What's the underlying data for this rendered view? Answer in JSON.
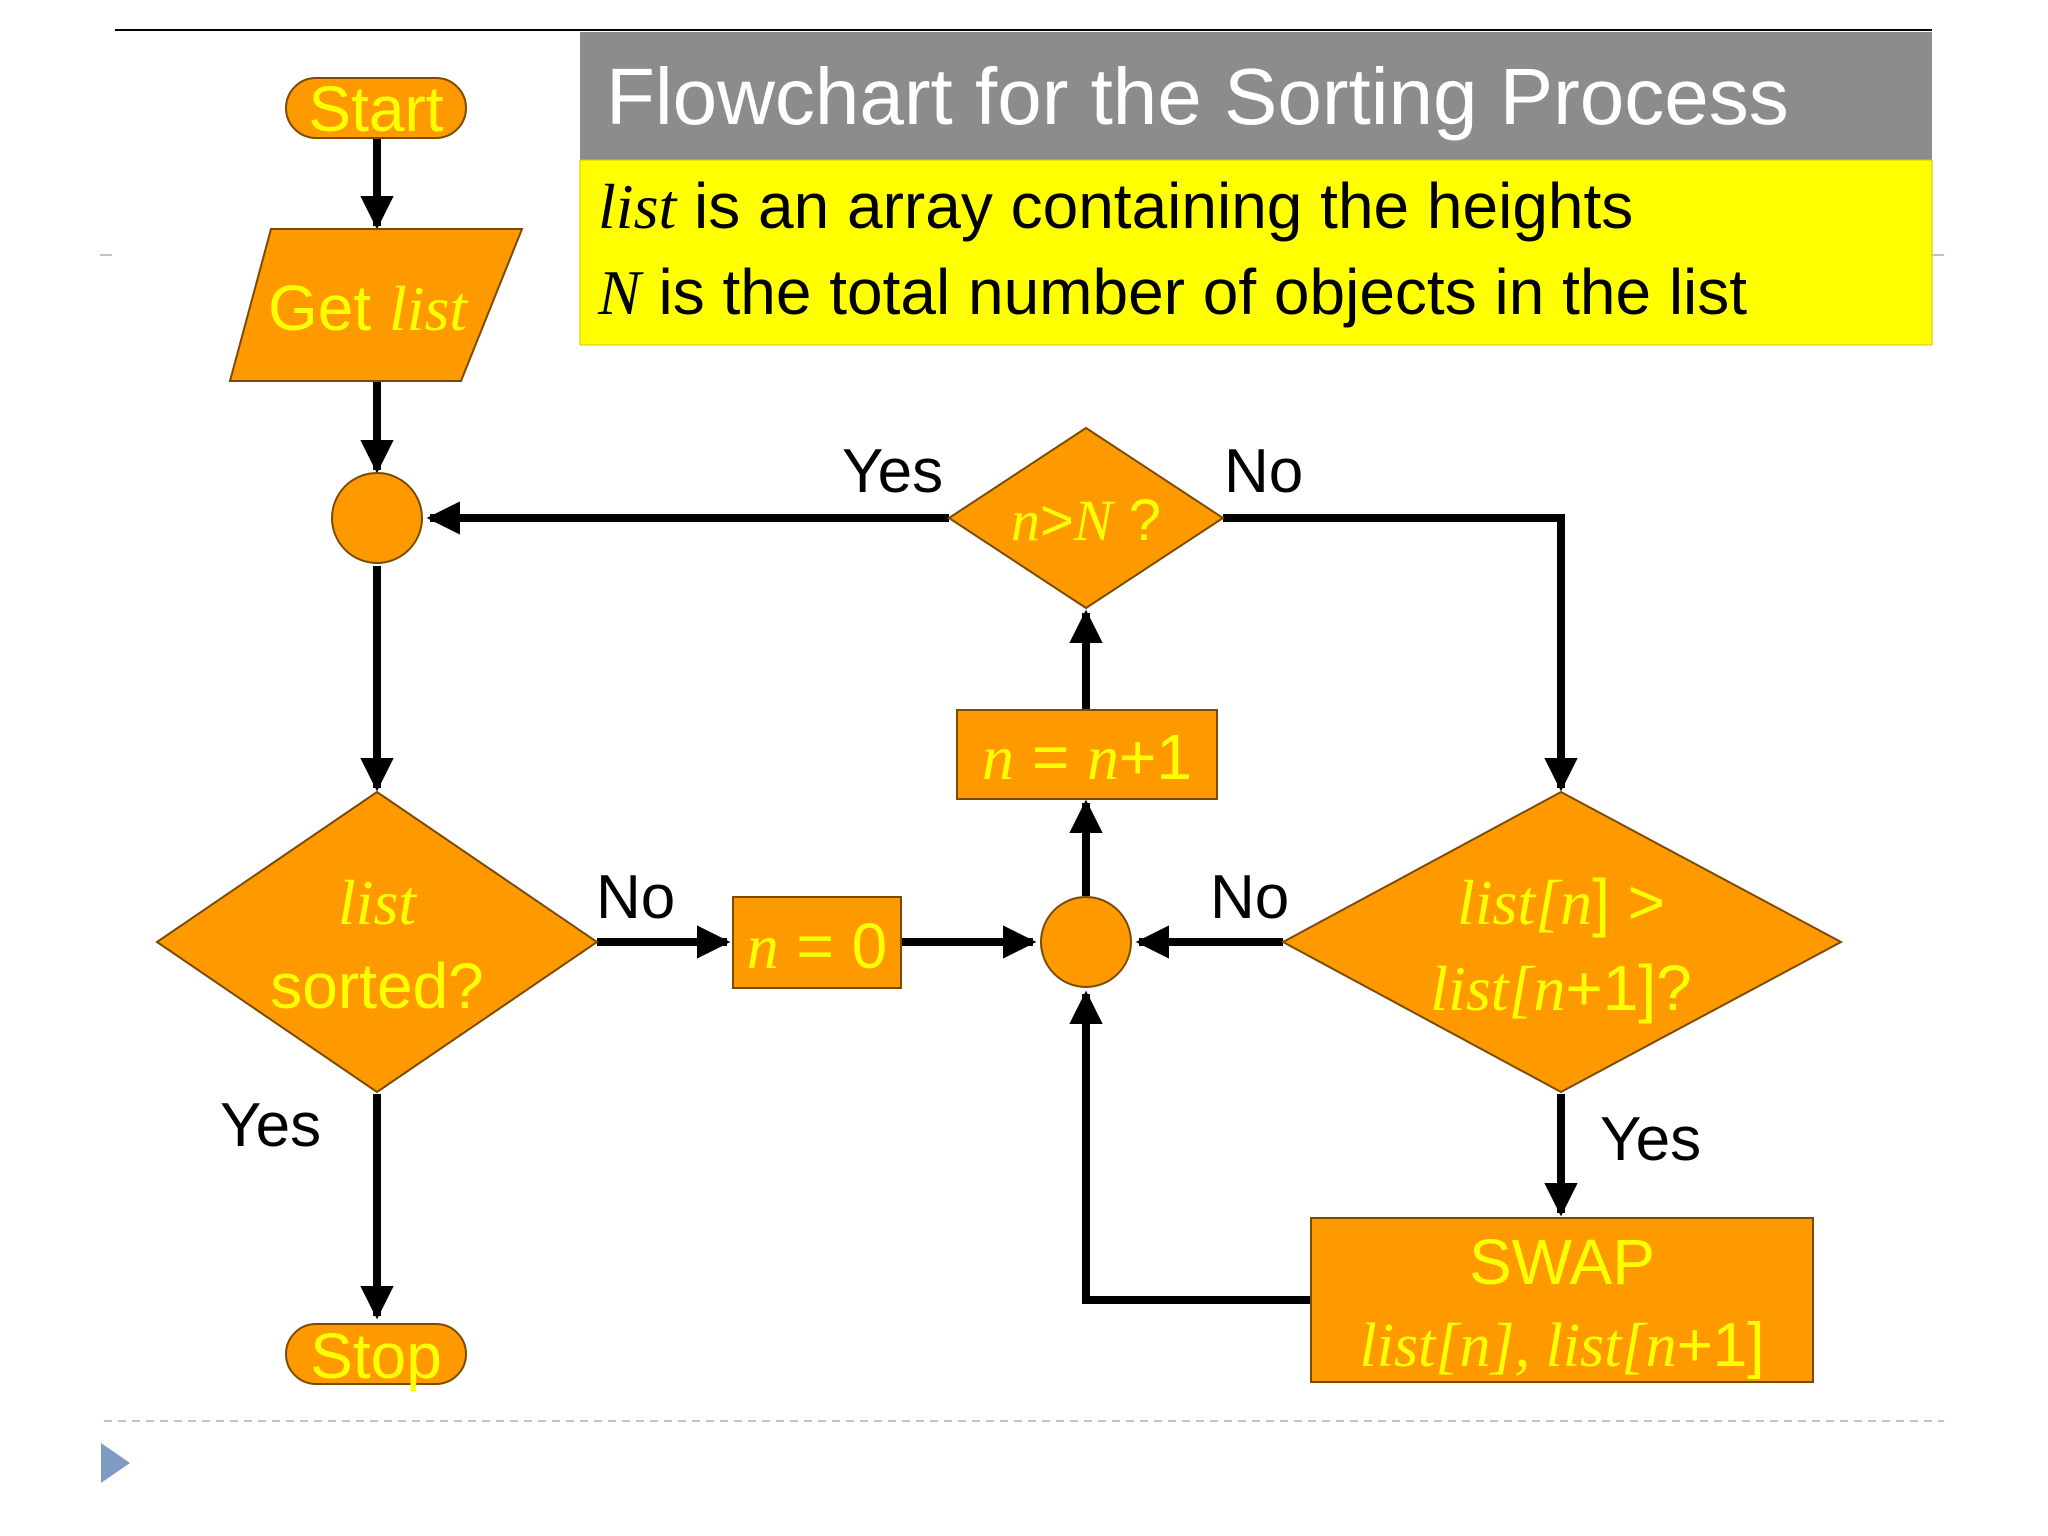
{
  "colors": {
    "shape_fill": "#ff9900",
    "shape_stroke": "#7a4a00",
    "node_text": "#ffff00",
    "title_bar": "#8c8c8c",
    "title_text": "#ffffff",
    "info_box": "#ffff00",
    "connector": "#000000",
    "divider": "#b7c4d6",
    "bullet": "#7f9bc4"
  },
  "title": "Flowchart for the Sorting Process",
  "info": {
    "line1_var": "list",
    "line1_text": " is an array containing the heights",
    "line2_var": "N",
    "line2_text": " is the total number of objects in the list"
  },
  "nodes": {
    "start": "Start",
    "get_list_prefix": "Get ",
    "get_list_var": "list",
    "list_sorted_line1": "list",
    "list_sorted_line2": "sorted?",
    "n_zero_var": "n",
    "n_zero_rest": " = 0",
    "n_inc_var1": "n",
    "n_inc_mid": " = ",
    "n_inc_var2": "n",
    "n_inc_rest": "+1",
    "n_gt_N_var1": "n",
    "n_gt_N_mid": ">",
    "n_gt_N_var2": "N",
    "n_gt_N_rest": " ?",
    "compare_l1_var1": "list",
    "compare_l1_br1": "[",
    "compare_l1_var2": "n",
    "compare_l1_br2": "] >",
    "compare_l2_var1": "list",
    "compare_l2_br1": "[",
    "compare_l2_var2": "n",
    "compare_l2_rest": "+1]?",
    "swap_line1": "SWAP",
    "swap_l2_var1": "list",
    "swap_l2_br1": "[",
    "swap_l2_var2": "n",
    "swap_l2_br2": "], ",
    "swap_l2_var3": "list",
    "swap_l2_br3": "[",
    "swap_l2_var4": "n",
    "swap_l2_rest": "+1]",
    "stop": "Stop"
  },
  "edge_labels": {
    "n_gt_N_yes": "Yes",
    "n_gt_N_no": "No",
    "sorted_no": "No",
    "sorted_yes": "Yes",
    "compare_no": "No",
    "compare_yes": "Yes"
  },
  "icons": {
    "bullet": "triangle-bullet-icon"
  }
}
